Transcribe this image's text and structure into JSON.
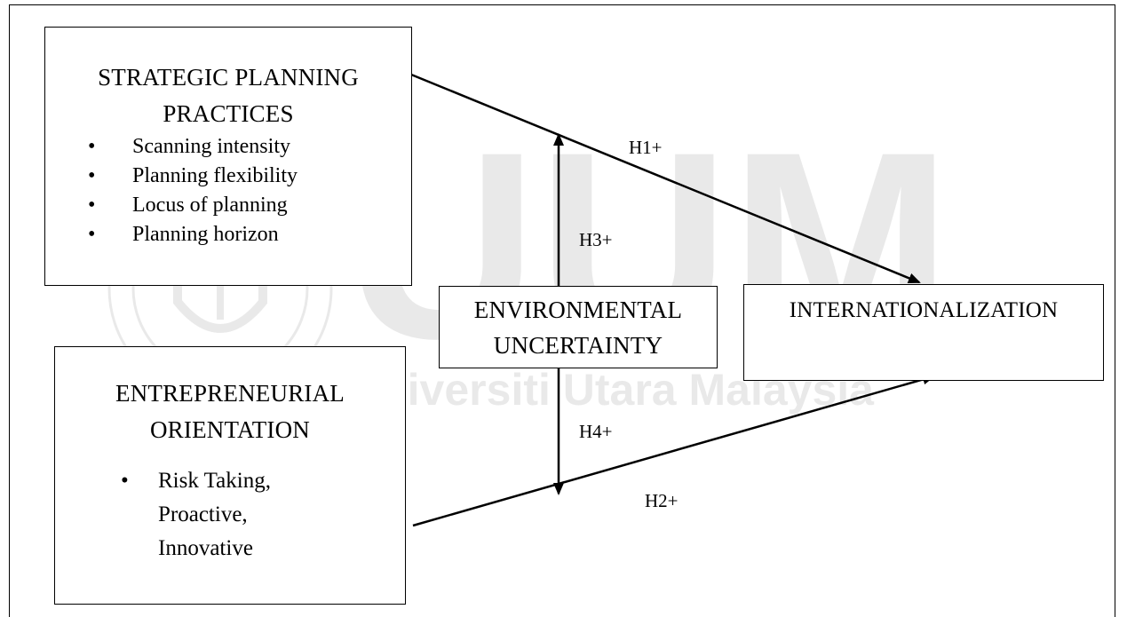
{
  "watermark": {
    "logo_text": "UUM",
    "subtitle": "Universiti Utara Malaysia"
  },
  "strategic_planning": {
    "title_line1": "STRATEGIC PLANNING",
    "title_line2": "PRACTICES",
    "items": [
      "Scanning intensity",
      "Planning flexibility",
      "Locus of planning",
      "Planning horizon"
    ]
  },
  "entrepreneurial": {
    "title_line1": "ENTREPRENEURIAL",
    "title_line2": "ORIENTATION",
    "items_line1": "Risk Taking,",
    "items_line2": "Proactive,",
    "items_line3": "Innovative"
  },
  "environmental": {
    "title_line1": "ENVIRONMENTAL",
    "title_line2": "UNCERTAINTY"
  },
  "internationalization": {
    "title": "INTERNATIONALIZATION"
  },
  "hypotheses": {
    "h1": "H1+",
    "h2": "H2+",
    "h3": "H3+",
    "h4": "H4+"
  }
}
